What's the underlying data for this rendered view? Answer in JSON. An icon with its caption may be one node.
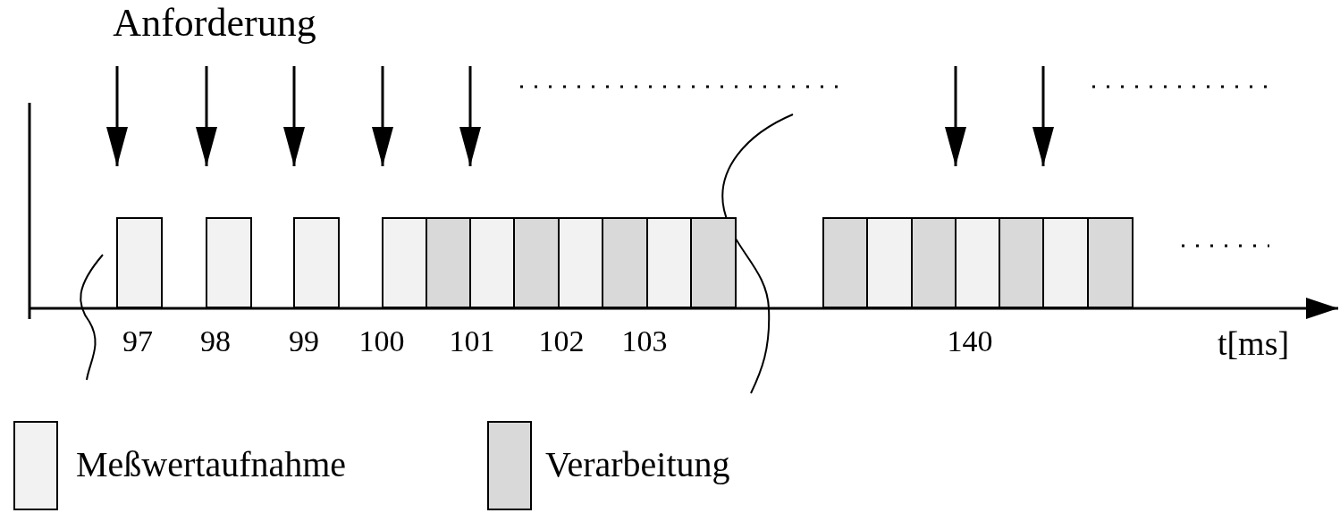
{
  "diagram": {
    "nodes": [
      {
        "text": [],
        "shape": "box"
      },
      {
        "text": [],
        "shape": "box"
      },
      {
        "text": [],
        "shape": "box"
      },
      {
        "text": [],
        "shape": "box"
      },
      {
        "text": [],
        "shape": "box"
      },
      {
        "text": [],
        "shape": "box"
      },
      {
        "text": [],
        "shape": "box"
      },
      {
        "text": [],
        "shape": "box"
      },
      {
        "text": [],
        "shape": "box"
      },
      {
        "text": [],
        "shape": "box"
      },
      {
        "text": [],
        "shape": "box"
      },
      {
        "text": [],
        "shape": "box"
      },
      {
        "text": [],
        "shape": "box"
      },
      {
        "text": [],
        "shape": "box"
      },
      {
        "text": [],
        "shape": "box"
      },
      {
        "text": [],
        "shape": "box"
      },
      {
        "text": [],
        "shape": "box"
      },
      {
        "text": [],
        "shape": "box"
      }
    ],
    "edges": [
      {
        "from": null,
        "to": 0,
        "arrow": "to"
      },
      {
        "from": null,
        "to": 1,
        "arrow": "to"
      },
      {
        "from": null,
        "to": 2,
        "arrow": "to"
      },
      {
        "from": null,
        "to": 3,
        "arrow": "to"
      },
      {
        "from": null,
        "to": 5,
        "arrow": "to"
      },
      {
        "from": null,
        "to": 14,
        "arrow": "to"
      },
      {
        "from": null,
        "to": 16,
        "arrow": "to"
      }
    ],
    "labels": [
      "Anforderung",
      "97",
      "98",
      "99",
      "100",
      "101",
      "102",
      "103",
      "140",
      "t[ms]"
    ],
    "legend": [
      {
        "text": "Meßwertaufnahme",
        "color": "#f2f2f2"
      },
      {
        "text": "Verarbeitung",
        "color": "#d9d9d9"
      }
    ]
  }
}
